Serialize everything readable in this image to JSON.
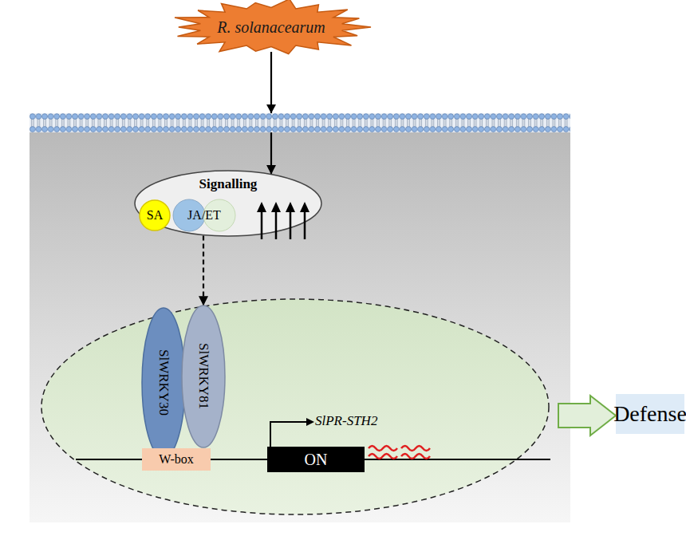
{
  "diagram": {
    "nodes": [
      {
        "text": [
          "R. solanacearum"
        ]
      },
      {
        "text": [
          "Signalling"
        ]
      },
      {
        "text": [
          "SA"
        ],
        "in": 1
      },
      {
        "text": [
          "JA/ET"
        ],
        "in": 1
      },
      {
        "text": [
          "SlWRKY30"
        ]
      },
      {
        "text": [
          "SlWRKY81"
        ]
      },
      {
        "text": [
          "W-box"
        ]
      },
      {
        "text": [
          "ON"
        ]
      },
      {
        "text": [
          "Defense"
        ]
      }
    ],
    "edges": [
      {
        "from": 0,
        "to": 1,
        "arrow": "to"
      },
      {
        "from": 1,
        "to": 5,
        "arrow": "to"
      }
    ],
    "labels": [
      "SlPR-STH2"
    ]
  }
}
